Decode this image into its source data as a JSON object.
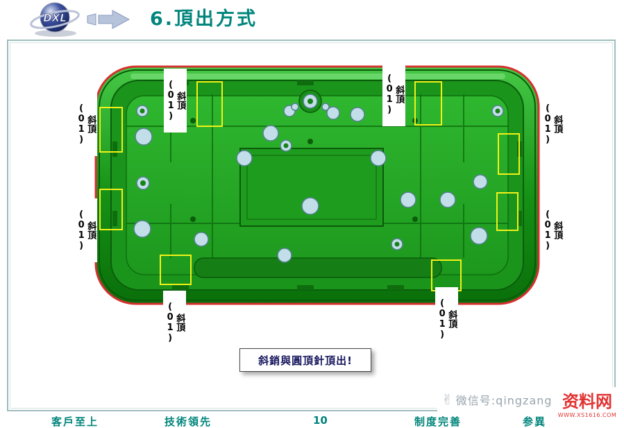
{
  "header": {
    "logo_text": "DXL",
    "title": "6.頂出方式"
  },
  "diagram": {
    "callout_label": "斜頂(01)",
    "caption": "斜銷與圓頂針頂出!"
  },
  "watermark": {
    "wechat_label": "微信号:qingzang",
    "brand": "资料网",
    "url": "WWW.XS1616.COM"
  },
  "footer": {
    "items": [
      "客戶至上",
      "技術領先",
      "10",
      "制度完善",
      "参異"
    ]
  }
}
